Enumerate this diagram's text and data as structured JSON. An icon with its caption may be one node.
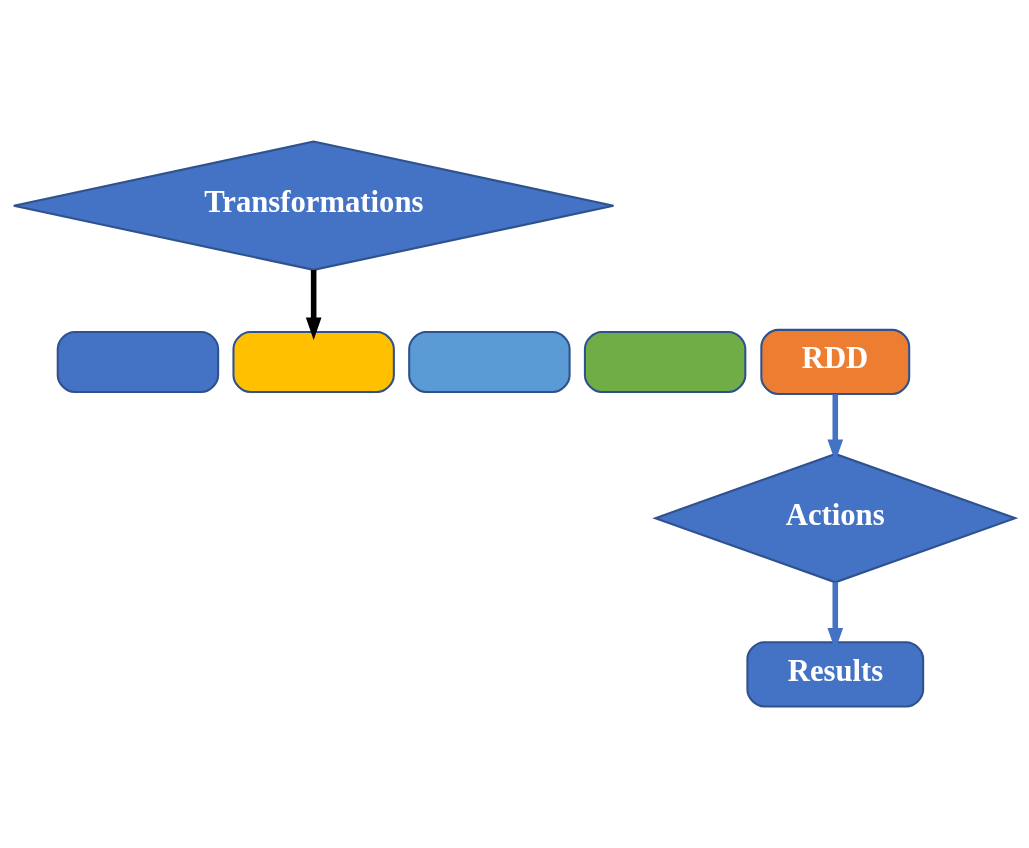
{
  "diagram": {
    "nodes": [
      {
        "text": [],
        "shape": "box"
      },
      {
        "text": [],
        "shape": "box"
      },
      {
        "text": [],
        "shape": "box"
      },
      {
        "text": [],
        "shape": "box"
      },
      {
        "text": [
          "RDD"
        ]
      },
      {
        "text": [
          "Transformations"
        ]
      },
      {
        "text": [
          "Actions"
        ]
      },
      {
        "text": [
          "Results"
        ]
      }
    ],
    "edges": [
      {
        "from": 5,
        "to": 1,
        "arrow": "to",
        "color": "#000000"
      },
      {
        "from": 4,
        "to": 6,
        "arrow": "to"
      },
      {
        "from": 6,
        "to": 7,
        "arrow": "to"
      }
    ]
  }
}
